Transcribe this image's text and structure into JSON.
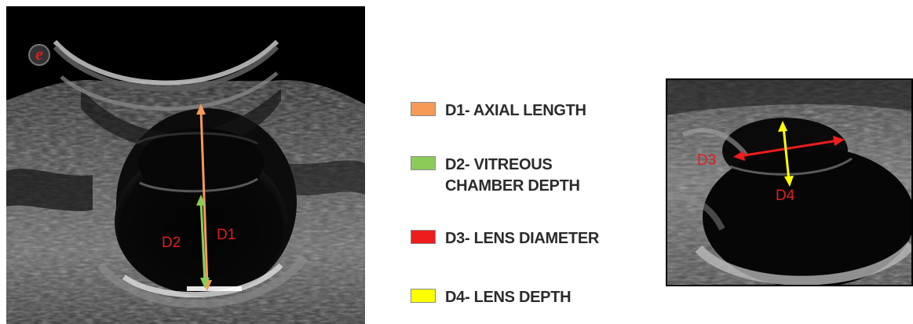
{
  "logo": {
    "letter": "e"
  },
  "labels": {
    "d1": "D1",
    "d2": "D2",
    "d3": "D3",
    "d4": "D4"
  },
  "legend": [
    {
      "id": "d1",
      "label": "D1- AXIAL LENGTH",
      "color": "#f59a57"
    },
    {
      "id": "d2",
      "label": "D2- VITREOUS\nCHAMBER DEPTH",
      "color": "#8dcb59"
    },
    {
      "id": "d3",
      "label": "D3- LENS DIAMETER",
      "color": "#ee1c1c"
    },
    {
      "id": "d4",
      "label": "D4- LENS DEPTH",
      "color": "#ffff00"
    }
  ],
  "colors": {
    "label_red": "#e01d1d",
    "label_text": "#2b2b2b"
  },
  "icons": {
    "logo": "e-logo-icon"
  }
}
